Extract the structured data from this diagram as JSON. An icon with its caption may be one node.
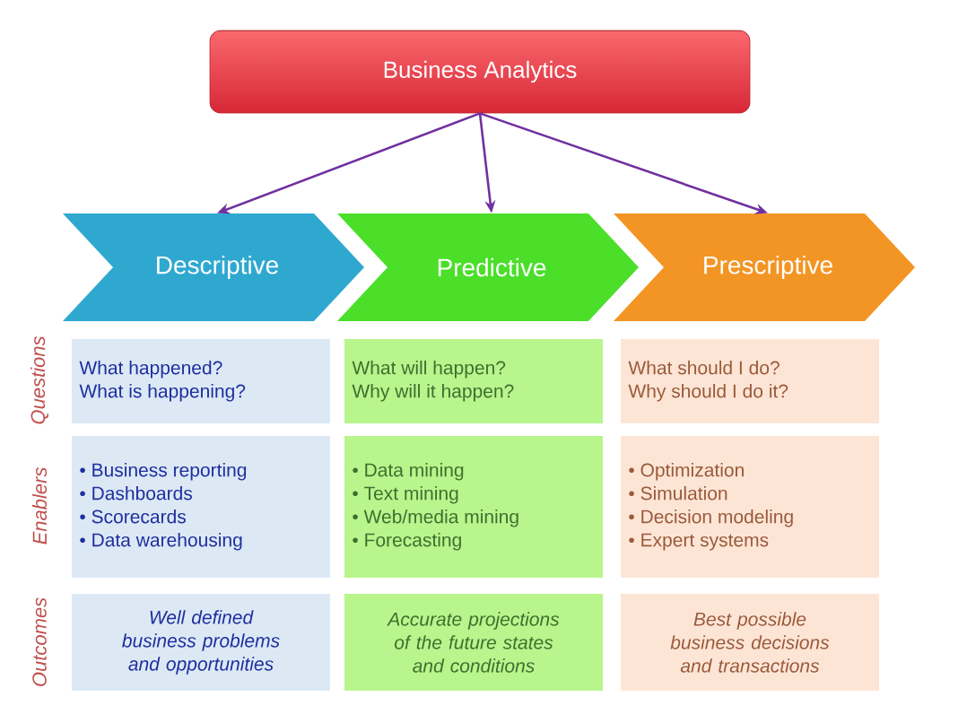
{
  "diagram": {
    "nodes": [
      {
        "text": [
          "Business Analytics"
        ]
      },
      {
        "text": [
          "Descriptive"
        ]
      },
      {
        "text": [
          "Predictive"
        ]
      },
      {
        "text": [
          "Prescriptive"
        ]
      },
      {
        "text": [
          "What happened?",
          "What is happening?"
        ]
      },
      {
        "text": [
          "What will happen?",
          "Why will it happen?"
        ]
      },
      {
        "text": [
          "What should I do?",
          "Why should I do it?"
        ]
      },
      {
        "text": [
          "• Business reporting",
          "• Dashboards",
          "• Scorecards",
          "• Data warehousing"
        ]
      },
      {
        "text": [
          "• Data mining",
          "• Text mining",
          "• Web/media mining",
          "• Forecasting"
        ]
      },
      {
        "text": [
          "• Optimization",
          "• Simulation",
          "• Decision modeling",
          "• Expert systems"
        ]
      },
      {
        "text": [
          "Well defined business problems and opportunities"
        ]
      },
      {
        "text": [
          "Accurate projections of the future states and conditions"
        ]
      },
      {
        "text": [
          "Best possible business decisions and transactions"
        ]
      }
    ],
    "edges": [
      {
        "from": 0,
        "to": 1,
        "arrow": "to"
      },
      {
        "from": 0,
        "to": 2,
        "arrow": "to"
      },
      {
        "from": 0,
        "to": 3,
        "arrow": "to"
      }
    ],
    "labels": [
      "Questions",
      "Enablers",
      "Outcomes"
    ]
  }
}
